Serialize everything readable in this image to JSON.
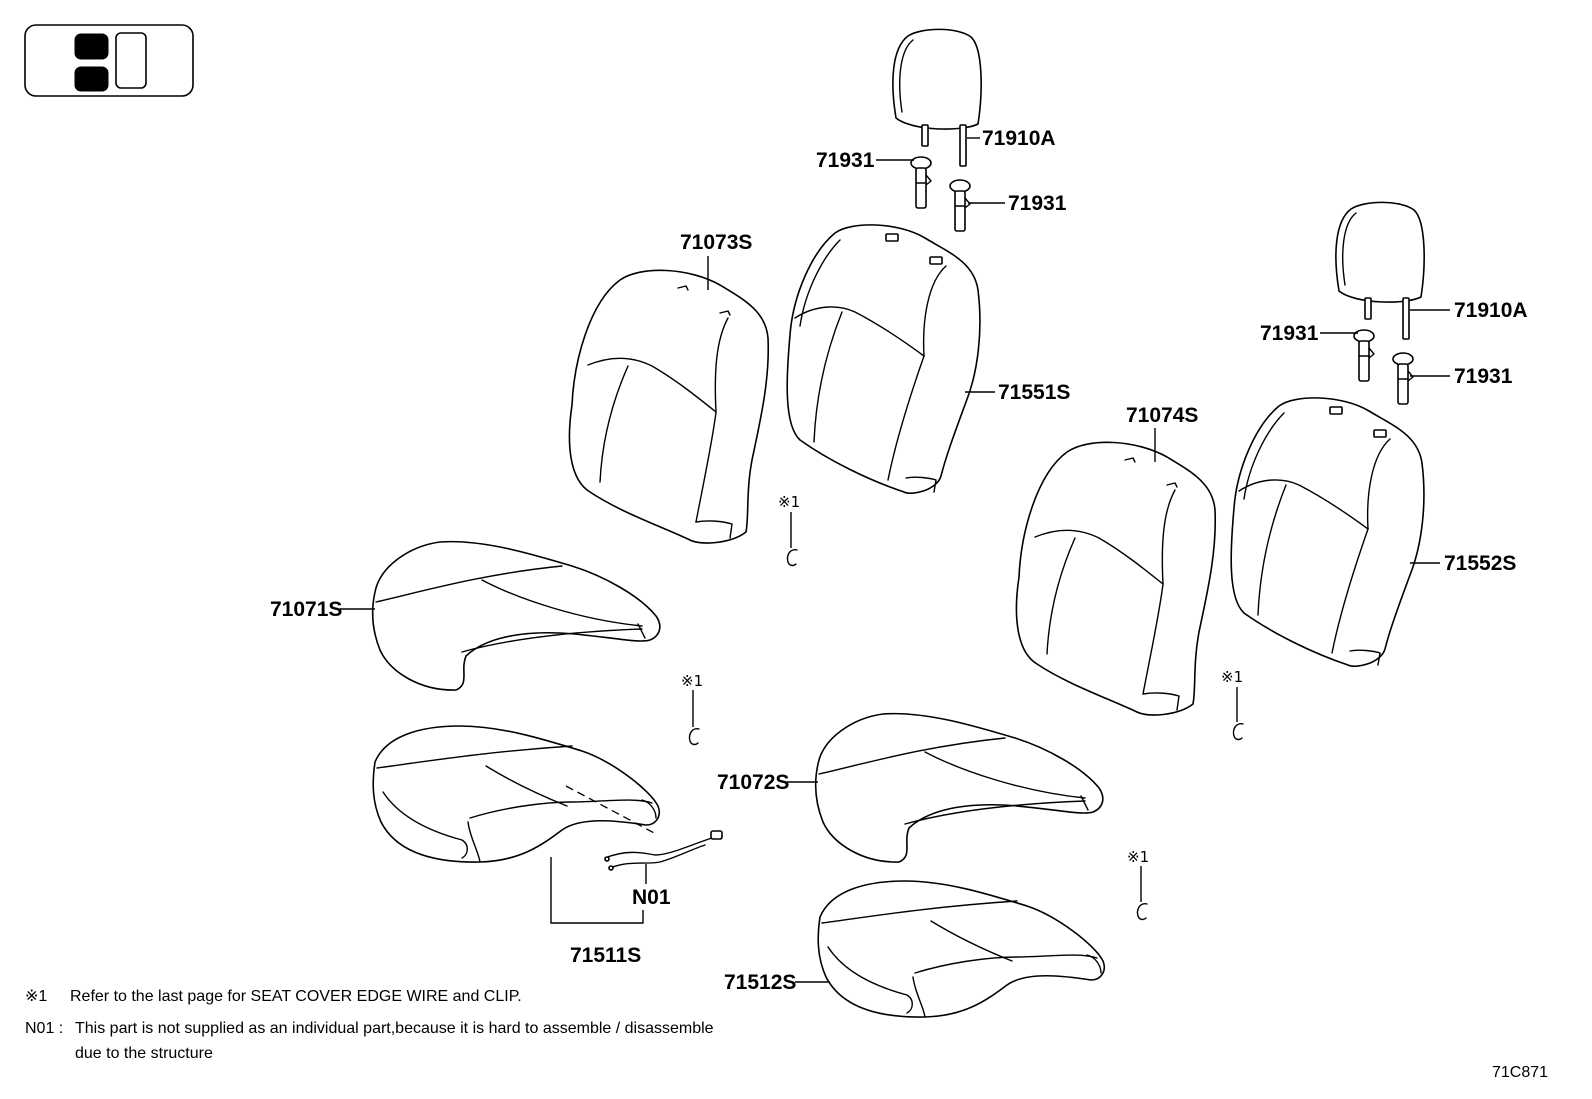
{
  "colors": {
    "line": "#000000",
    "background": "#ffffff"
  },
  "icons": {
    "seat_position": "seat-position-icon",
    "clip": "clip-icon"
  },
  "labels": {
    "headrest_left": "71910A",
    "support_left_1": "71931",
    "support_left_2": "71931",
    "headrest_right": "71910A",
    "support_right_1": "71931",
    "support_right_2": "71931",
    "back_pad_left": "71073S",
    "back_cover_left": "71551S",
    "back_pad_right": "71074S",
    "back_cover_right": "71552S",
    "cushion_pad_left": "71071S",
    "cushion_cover_left": "71511S",
    "cushion_pad_right": "71072S",
    "cushion_cover_right": "71512S",
    "wire": "N01"
  },
  "ref_marks": [
    "※1",
    "※1",
    "※1",
    "※1"
  ],
  "notes": [
    {
      "mark": "※1",
      "text": "Refer to the last page for SEAT COVER EDGE WIRE and CLIP."
    },
    {
      "mark": "N01 :",
      "text": "This part is not supplied as an individual part,because it is hard to assemble / disassemble",
      "text_cont": "due to the structure"
    }
  ],
  "figure_code": "71C871"
}
